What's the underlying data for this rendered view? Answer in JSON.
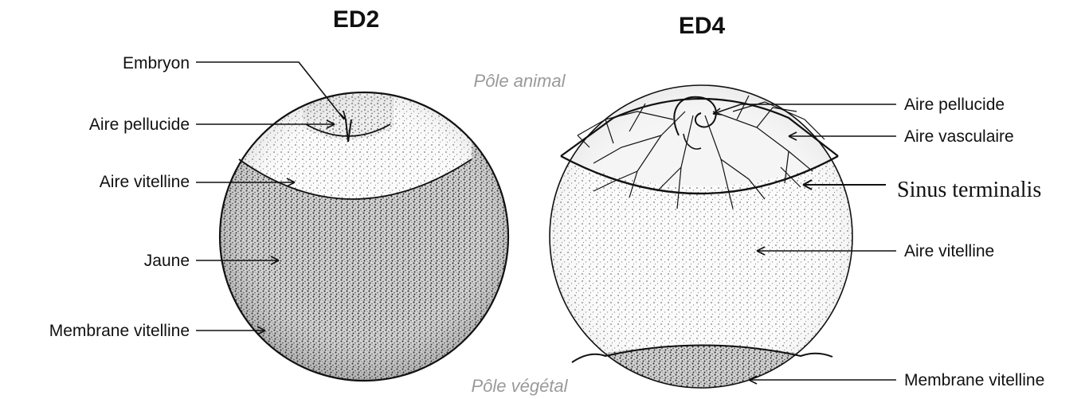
{
  "titles": {
    "left": "ED2",
    "right": "ED4"
  },
  "poles": {
    "animal": "Pôle animal",
    "vegetal": "Pôle végétal"
  },
  "ed2_labels": {
    "embryon": "Embryon",
    "aire_pellucide": "Aire pellucide",
    "aire_vitelline": "Aire vitelline",
    "jaune": "Jaune",
    "membrane_vitelline": "Membrane vitelline"
  },
  "ed4_labels": {
    "aire_pellucide": "Aire pellucide",
    "aire_vasculaire": "Aire vasculaire",
    "sinus_terminalis": "Sinus terminalis",
    "aire_vitelline": "Aire vitelline",
    "membrane_vitelline": "Membrane vitelline"
  }
}
